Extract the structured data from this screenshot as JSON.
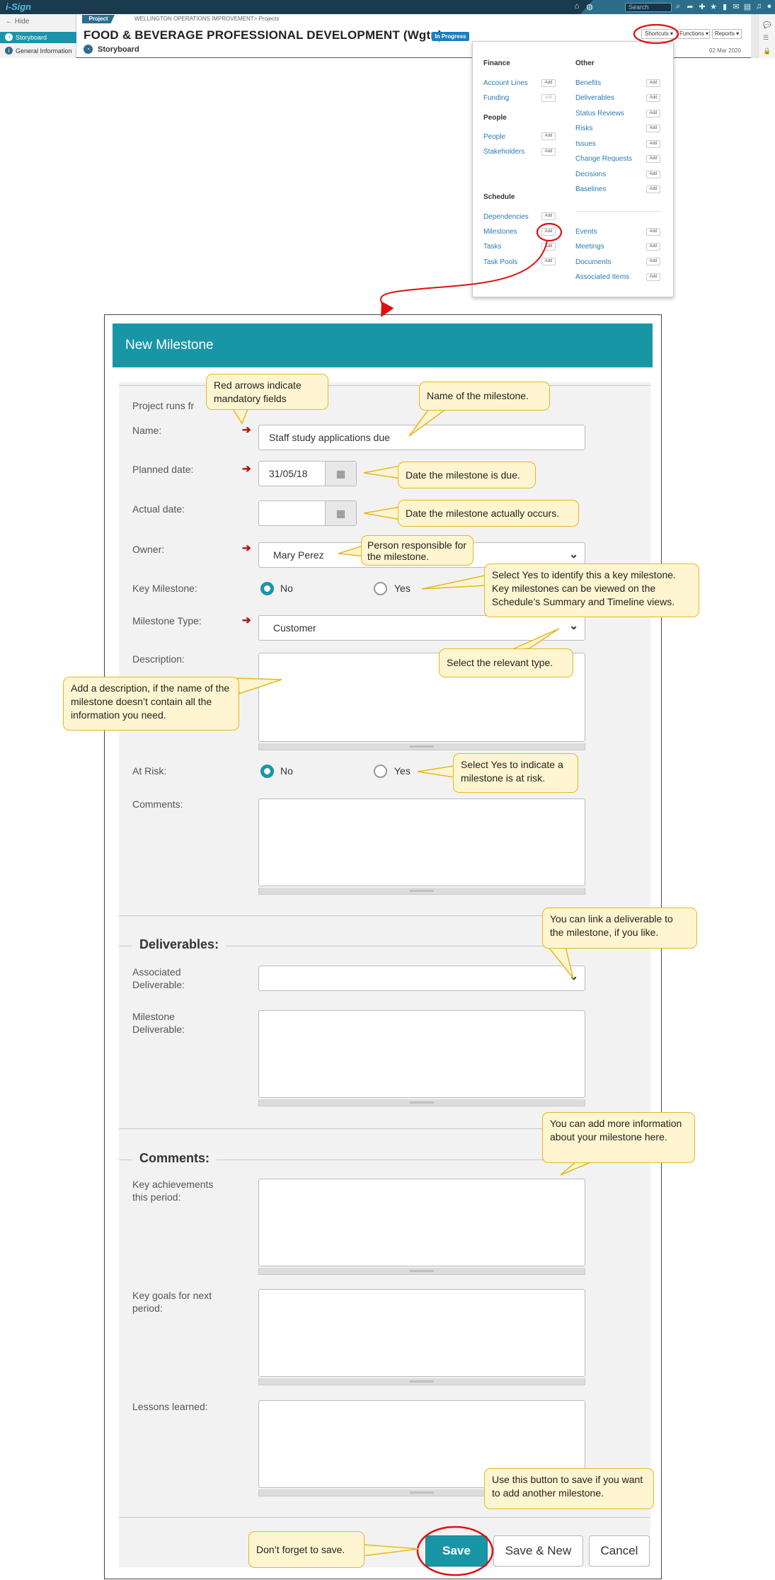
{
  "app": {
    "logo": "i-Sign",
    "search_placeholder": "Search"
  },
  "sidebar": {
    "hide": "Hide",
    "items": [
      {
        "label": "Storyboard"
      },
      {
        "label": "General Information"
      }
    ]
  },
  "header": {
    "project_chip": "Project",
    "breadcrumb": "WELLINGTON OPERATIONS IMPROVEMENT> Projects",
    "title": "FOOD & BEVERAGE PROFESSIONAL DEVELOPMENT (Wgtn)",
    "status": "In Progress",
    "tab": "Storyboard",
    "date": "02 Mar 2020",
    "buttons": {
      "shortcuts": "Shortcuts ▾",
      "functions": "Functions ▾",
      "reports": "Reports ▾"
    }
  },
  "shortcuts": {
    "add_label": "Add",
    "finance": {
      "heading": "Finance",
      "items": [
        "Account Lines",
        "Funding"
      ]
    },
    "people": {
      "heading": "People",
      "items": [
        "People",
        "Stakeholders"
      ]
    },
    "schedule": {
      "heading": "Schedule",
      "items": [
        "Dependencies",
        "Milestones",
        "Tasks",
        "Task Pools"
      ]
    },
    "other": {
      "heading": "Other",
      "items": [
        "Benefits",
        "Deliverables",
        "Status Reviews",
        "Risks",
        "Issues",
        "Change Requests",
        "Decisions",
        "Baselines"
      ]
    },
    "other2": {
      "items": [
        "Events",
        "Meetings",
        "Documents",
        "Associated Items"
      ]
    }
  },
  "form": {
    "title": "New Milestone",
    "project_runs": "Project runs fr",
    "name": {
      "label": "Name:",
      "value": "Staff study applications due"
    },
    "planned": {
      "label": "Planned date:",
      "value": "31/05/18"
    },
    "actual": {
      "label": "Actual date:",
      "value": ""
    },
    "owner": {
      "label": "Owner:",
      "value": "Mary Perez"
    },
    "key": {
      "label": "Key Milestone:",
      "no": "No",
      "yes": "Yes",
      "selected": "No"
    },
    "type": {
      "label": "Milestone Type:",
      "value": "Customer"
    },
    "description": {
      "label": "Description:"
    },
    "at_risk": {
      "label": "At Risk:",
      "no": "No",
      "yes": "Yes",
      "selected": "No"
    },
    "comments": {
      "label": "Comments:"
    },
    "deliverables": {
      "heading": "Deliverables:",
      "associated_label": "Associated Deliverable:",
      "milestone_label": "Milestone Deliverable:"
    },
    "comments_section": {
      "heading": "Comments:",
      "achievements_label": "Key achievements this period:",
      "goals_label": "Key goals for next period:",
      "lessons_label": "Lessons learned:"
    },
    "buttons": {
      "save": "Save",
      "save_new": "Save & New",
      "cancel": "Cancel"
    }
  },
  "callouts": {
    "red_arrows": "Red arrows indicate mandatory fields",
    "name": "Name of the milestone.",
    "planned": "Date the milestone is due.",
    "actual": "Date the milestone actually occurs.",
    "owner": "Person responsible for the  milestone.",
    "key": "Select Yes to identify this a key milestone. Key milestones can be viewed on the Schedule’s Summary and Timeline views.",
    "type": "Select the relevant type.",
    "description": "Add a description, if the name of the milestone doesn’t contain all the information you need.",
    "at_risk": "Select Yes to indicate a milestone is at risk.",
    "deliverable": "You can link a deliverable to the milestone, if you like.",
    "comments": "You can add more information about your milestone here.",
    "save_new": "Use this button to save if you want to add another milestone.",
    "save": "Don’t forget to save."
  },
  "colors": {
    "accent": "#1896a6",
    "required_arrow": "#a11111",
    "highlight_ring": "#e01010",
    "callout_fill": "#fff5d0",
    "callout_border": "#e6b722"
  }
}
